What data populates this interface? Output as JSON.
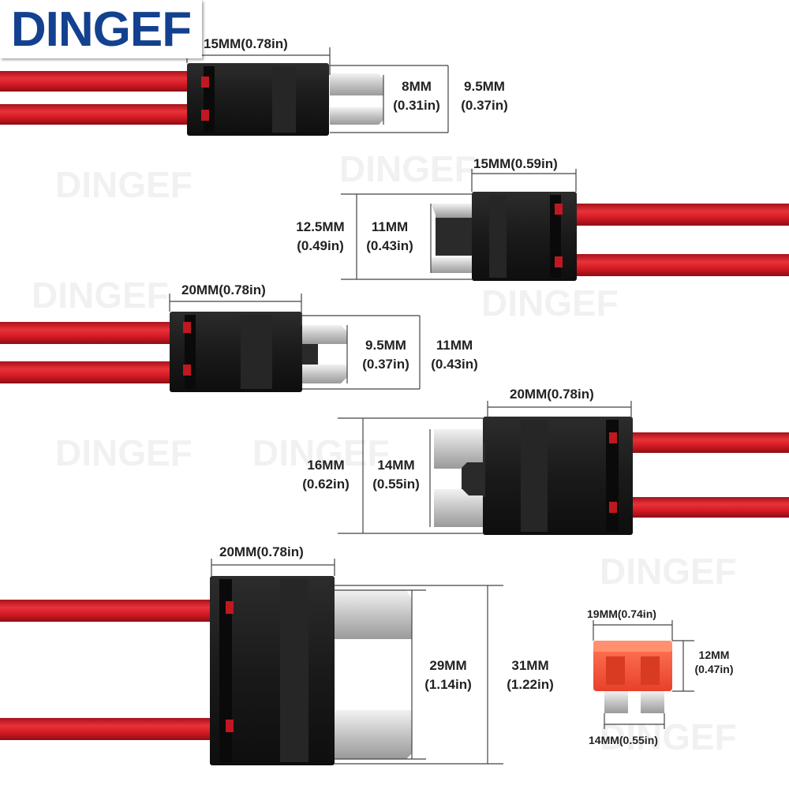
{
  "brand": {
    "logo_text": "DINGEF",
    "logo_color": "#13418f"
  },
  "colors": {
    "wire": "#d41a24",
    "holder": "#1c1c1c",
    "blade": "#c8c8c8",
    "fuse_body": "#f05a3a"
  },
  "holders": [
    {
      "width": "15MM(0.78in)",
      "inner_h_mm": "8MM",
      "inner_h_in": "(0.31in)",
      "outer_h_mm": "9.5MM",
      "outer_h_in": "(0.37in)"
    },
    {
      "width": "15MM(0.59in)",
      "outer_h_mm": "12.5MM",
      "outer_h_in": "(0.49in)",
      "inner_h_mm": "11MM",
      "inner_h_in": "(0.43in)"
    },
    {
      "width": "20MM(0.78in)",
      "inner_h_mm": "9.5MM",
      "inner_h_in": "(0.37in)",
      "outer_h_mm": "11MM",
      "outer_h_in": "(0.43in)"
    },
    {
      "width": "20MM(0.78in)",
      "outer_h_mm": "16MM",
      "outer_h_in": "(0.62in)",
      "inner_h_mm": "14MM",
      "inner_h_in": "(0.55in)"
    },
    {
      "width": "20MM(0.78in)",
      "inner_h_mm": "29MM",
      "inner_h_in": "(1.14in)",
      "outer_h_mm": "31MM",
      "outer_h_in": "(1.22in)"
    }
  ],
  "fuse": {
    "top_width": "19MM(0.74in)",
    "height_mm": "12MM",
    "height_in": "(0.47in)",
    "bottom_width": "14MM(0.55in)"
  }
}
